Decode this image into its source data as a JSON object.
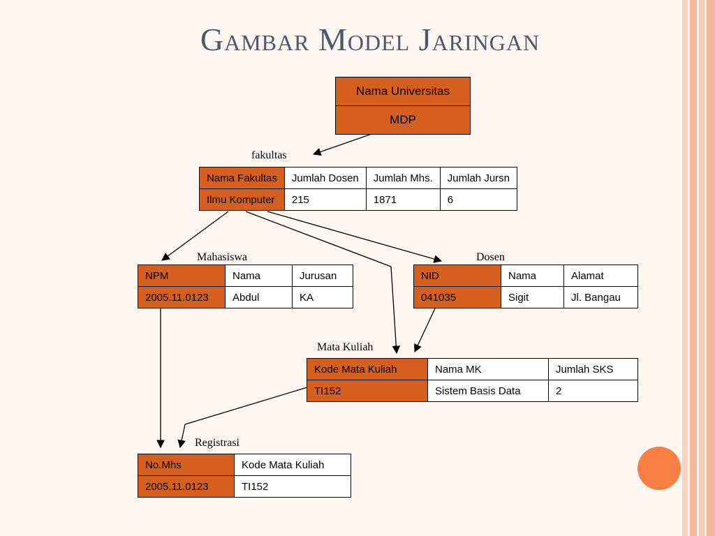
{
  "title": "Gambar Model Jaringan",
  "colors": {
    "key_cell": "#d45f1f",
    "accent_circle": "#f97f45",
    "title": "#4a5a6e"
  },
  "universitas": {
    "header": "Nama Universitas",
    "value": "MDP"
  },
  "fakultas": {
    "label": "fakultas",
    "headers": [
      "Nama Fakultas",
      "Jumlah Dosen",
      "Jumlah Mhs.",
      "Jumlah Jursn"
    ],
    "row": [
      "Ilmu Komputer",
      "215",
      "1871",
      "6"
    ]
  },
  "mahasiswa": {
    "label": "Mahasiswa",
    "headers": [
      "NPM",
      "Nama",
      "Jurusan"
    ],
    "row": [
      "2005.11.0123",
      "Abdul",
      "KA"
    ]
  },
  "dosen": {
    "label": "Dosen",
    "headers": [
      "NID",
      "Nama",
      "Alamat"
    ],
    "row": [
      "041035",
      "Sigit",
      "Jl. Bangau"
    ]
  },
  "matakuliah": {
    "label": "Mata Kuliah",
    "headers": [
      "Kode Mata Kuliah",
      "Nama MK",
      "Jumlah SKS"
    ],
    "row": [
      "TI152",
      "Sistem Basis Data",
      "2"
    ]
  },
  "registrasi": {
    "label": "Registrasi",
    "headers": [
      "No.Mhs",
      "Kode Mata Kuliah"
    ],
    "row": [
      "2005.11.0123",
      "TI152"
    ]
  }
}
